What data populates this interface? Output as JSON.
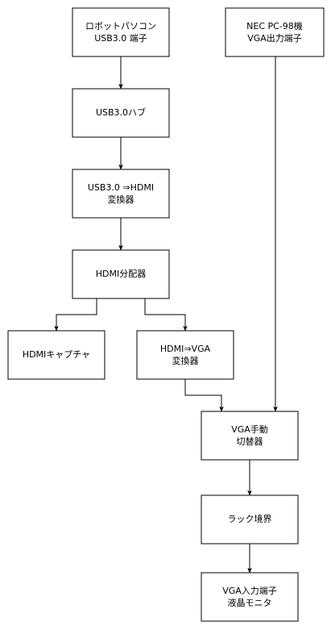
{
  "nodes": {
    "robot_pc": {
      "lines": [
        "ロボットパソコン",
        "USB3.0 端子"
      ]
    },
    "usb_hub": {
      "lines": [
        "USB3.0ハブ"
      ]
    },
    "usb_hdmi": {
      "lines": [
        "USB3.0 ⇒HDMI",
        "変換器"
      ]
    },
    "hdmi_splitter": {
      "lines": [
        "HDMI分配器"
      ]
    },
    "hdmi_capture": {
      "lines": [
        "HDMIキャプチャ"
      ]
    },
    "hdmi_vga": {
      "lines": [
        "HDMI⇒VGA",
        "変換器"
      ]
    },
    "nec_pc98": {
      "lines": [
        "NEC PC-98機",
        "VGA出力端子"
      ]
    },
    "vga_switch": {
      "lines": [
        "VGA手動",
        "切替器"
      ]
    },
    "rack_boundary": {
      "lines": [
        "ラック境界"
      ]
    },
    "vga_monitor": {
      "lines": [
        "VGA入力端子",
        "液晶モニタ"
      ]
    }
  },
  "edges": [
    {
      "from": "robot_pc",
      "to": "usb_hub"
    },
    {
      "from": "usb_hub",
      "to": "usb_hdmi"
    },
    {
      "from": "usb_hdmi",
      "to": "hdmi_splitter"
    },
    {
      "from": "hdmi_splitter",
      "to": "hdmi_capture"
    },
    {
      "from": "hdmi_splitter",
      "to": "hdmi_vga"
    },
    {
      "from": "hdmi_vga",
      "to": "vga_switch"
    },
    {
      "from": "nec_pc98",
      "to": "vga_switch"
    },
    {
      "from": "vga_switch",
      "to": "rack_boundary"
    },
    {
      "from": "rack_boundary",
      "to": "vga_monitor"
    }
  ]
}
